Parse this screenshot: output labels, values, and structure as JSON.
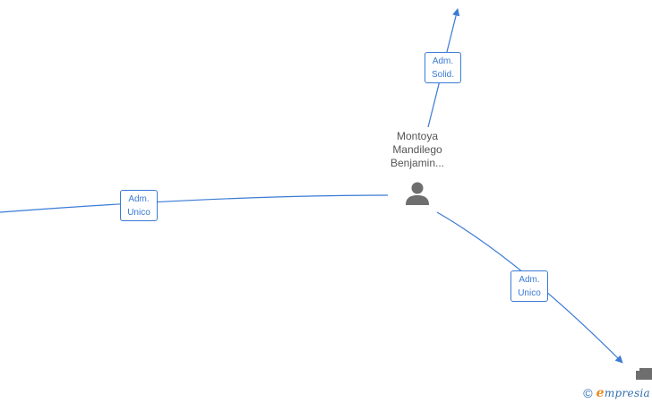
{
  "person": {
    "name_lines": [
      "Montoya",
      "Mandilego",
      "Benjamin..."
    ],
    "icon": "person-icon"
  },
  "edges": [
    {
      "id": "top",
      "label_lines": [
        "Adm.",
        "Solid."
      ],
      "direction": "outgoing-up"
    },
    {
      "id": "left",
      "label_lines": [
        "Adm.",
        "Unico"
      ],
      "direction": "incoming-left"
    },
    {
      "id": "bottom-right",
      "label_lines": [
        "Adm.",
        "Unico"
      ],
      "direction": "outgoing-down-right"
    }
  ],
  "watermark": {
    "icon": "copyright-icon",
    "logo_text": "mpresia",
    "logo_initial": "e"
  },
  "colors": {
    "edge": "#3a7bd5",
    "node_icon": "#6e6e6e",
    "person_text": "#555555",
    "brand_blue": "#2f6fb0",
    "brand_orange": "#e8891c"
  }
}
